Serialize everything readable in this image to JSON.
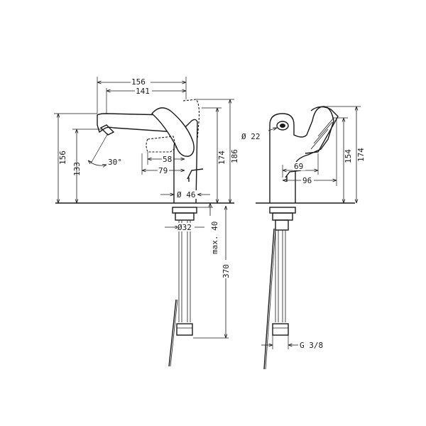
{
  "drawing": {
    "side_view": {
      "width_total": "156",
      "width_spout": "141",
      "height_total": "156",
      "spout_height": "133",
      "spout_angle": "30°",
      "lever_depth": "58",
      "lever_depth_2": "79",
      "body_height": "174",
      "overall_height": "186",
      "base_diameter": "Ø 46",
      "thread_diameter": "Ø32",
      "max_thickness": "max. 40",
      "hose_length": "370"
    },
    "front_view": {
      "outlet_diameter": "Ø 22",
      "depth_1": "69",
      "depth_2": "96",
      "height_1": "154",
      "height_2": "174",
      "connection": "G 3/8"
    }
  }
}
